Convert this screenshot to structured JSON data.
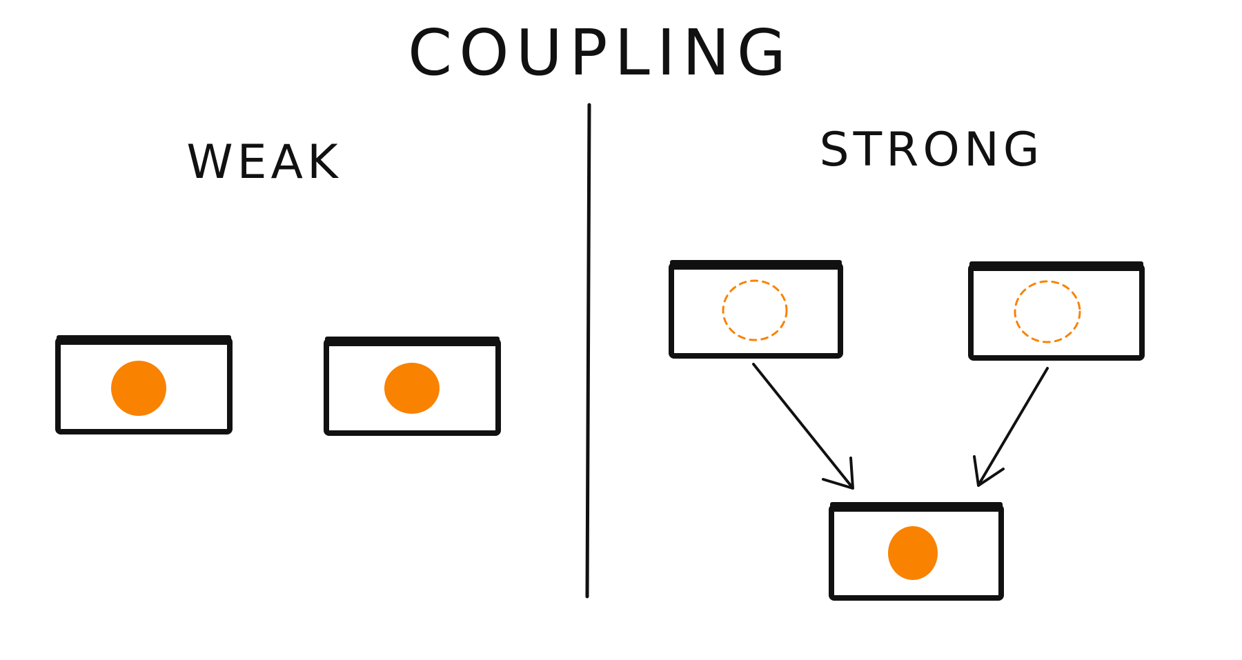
{
  "diagram": {
    "title": "COUPLING",
    "weak": {
      "heading": "WEAK"
    },
    "strong": {
      "heading": "STRONG"
    },
    "colors": {
      "ink": "#111111",
      "dot": "#F98200",
      "background": "#ffffff"
    },
    "dot_states": {
      "weak_box_1": "filled",
      "weak_box_2": "filled",
      "strong_top_left": "dashed-outline",
      "strong_top_right": "dashed-outline",
      "strong_bottom": "filled"
    },
    "arrows": [
      {
        "from": "strong_top_left",
        "to": "strong_bottom"
      },
      {
        "from": "strong_top_right",
        "to": "strong_bottom"
      }
    ]
  }
}
